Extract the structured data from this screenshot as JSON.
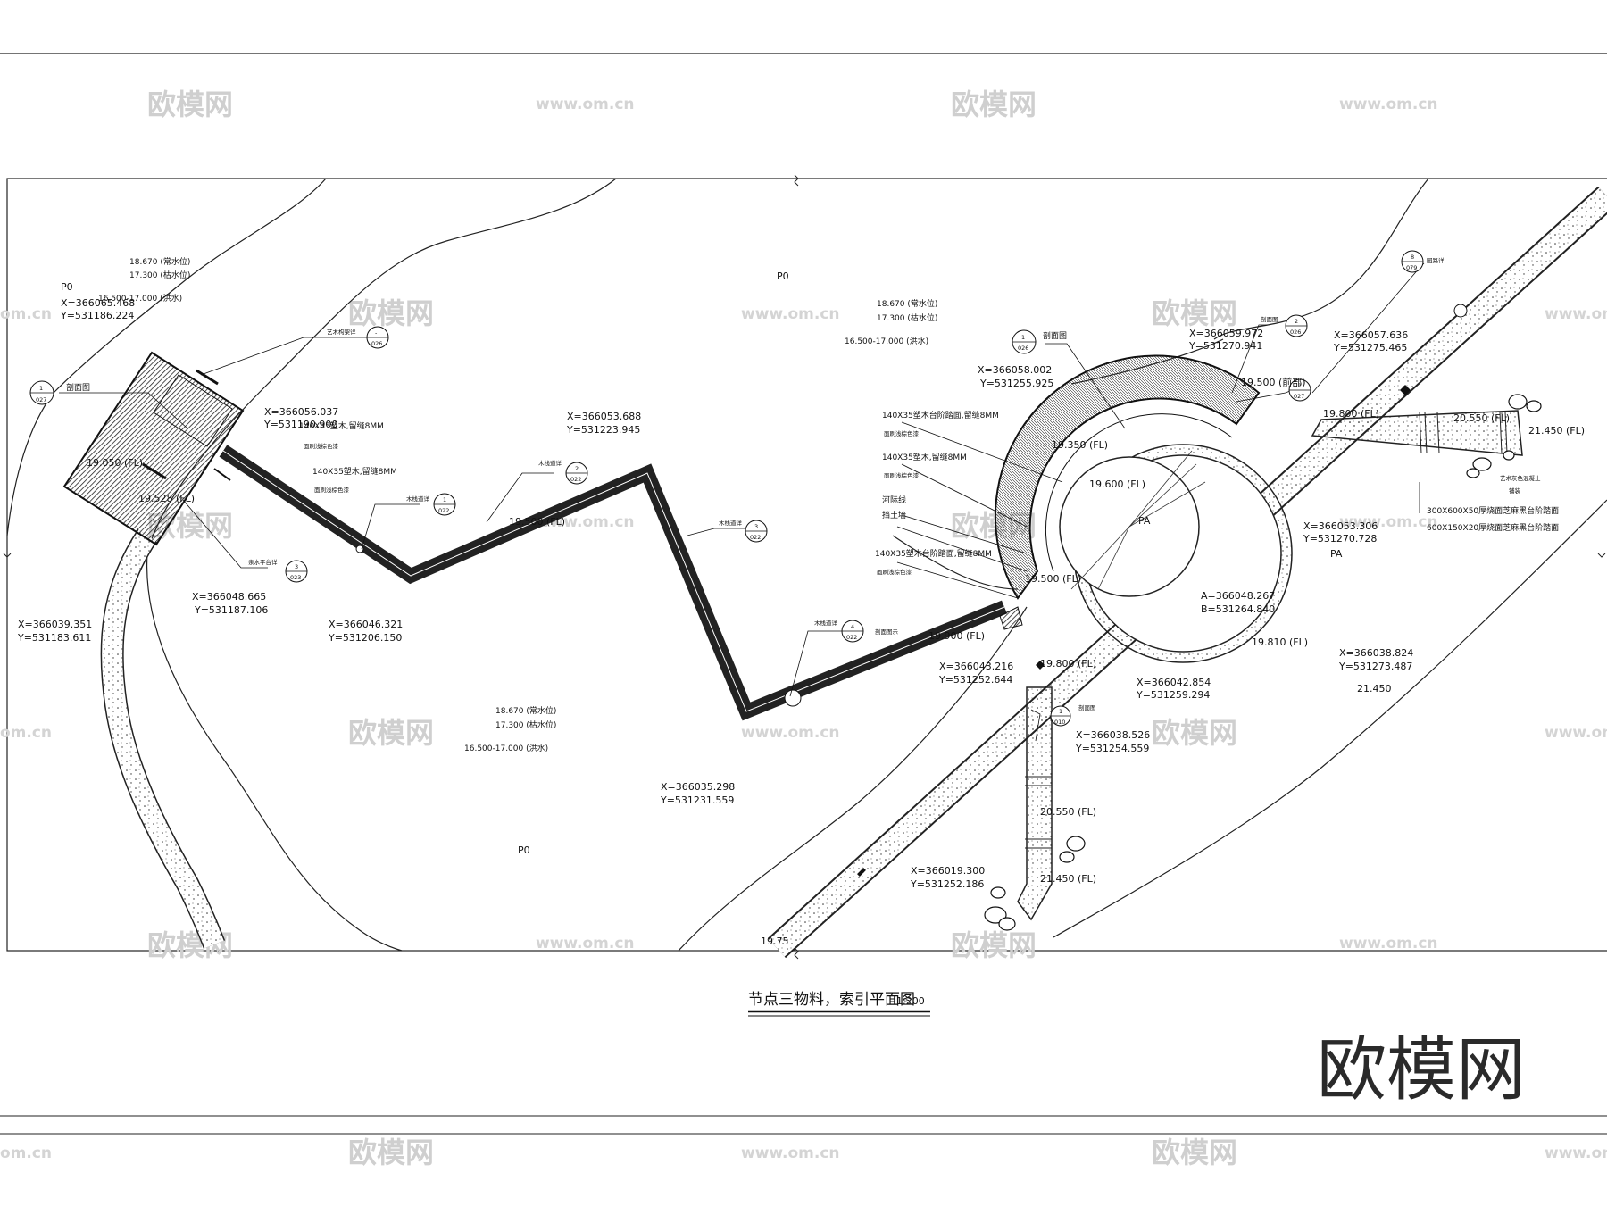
{
  "drawing": {
    "title": "节点三物料，索引平面图",
    "scale": "1:200",
    "logo": "欧模网"
  },
  "watermarks": {
    "cn": "欧模网",
    "url": "www.om.cn",
    "url_short": "om.cn"
  },
  "zones": [
    "P0",
    "P0",
    "P0",
    "PA",
    "PA"
  ],
  "water_levels": [
    {
      "high": "18.670 (常水位)",
      "low": "17.300 (枯水位)",
      "flood": "16.500-17.000 (洪水)"
    },
    {
      "high": "18.670 (常水位)",
      "low": "17.300 (枯水位)",
      "flood": "16.500-17.000 (洪水)"
    },
    {
      "high": "18.670 (常水位)",
      "low": "17.300 (枯水位)",
      "flood": "16.500-17.000 (洪水)"
    }
  ],
  "coordinates": [
    {
      "x": "X=366065.468",
      "y": "Y=531186.224"
    },
    {
      "x": "X=366056.037",
      "y": "Y=531190.900"
    },
    {
      "x": "X=366053.688",
      "y": "Y=531223.945"
    },
    {
      "x": "X=366048.665",
      "y": "Y=531187.106"
    },
    {
      "x": "X=366039.351",
      "y": "Y=531183.611"
    },
    {
      "x": "X=366046.321",
      "y": "Y=531206.150"
    },
    {
      "x": "X=366035.298",
      "y": "Y=531231.559"
    },
    {
      "x": "X=366058.002",
      "y": "Y=531255.925"
    },
    {
      "x": "X=366059.972",
      "y": "Y=531270.941"
    },
    {
      "x": "X=366057.636",
      "y": "Y=531275.465"
    },
    {
      "x": "X=366053.306",
      "y": "Y=531270.728"
    },
    {
      "x": "X=366043.216",
      "y": "Y=531252.644"
    },
    {
      "x": "X=366042.854",
      "y": "Y=531259.294"
    },
    {
      "x": "X=366038.526",
      "y": "Y=531254.559"
    },
    {
      "x": "X=366038.824",
      "y": "Y=531273.487"
    },
    {
      "x": "X=366019.300",
      "y": "Y=531252.186"
    }
  ],
  "circle_center": {
    "a": "A=366048.267",
    "b": "B=531264.840"
  },
  "elevations": [
    "19.050 (FL)",
    "19.528 (FL)",
    "19.500 (FL)",
    "19.350 (FL)",
    "19.600 (FL)",
    "19.500 (FL)",
    "19.900 (FL)",
    "19.500 (前部)",
    "19.800 (FL)",
    "20.550 (FL)",
    "21.450 (FL)",
    "19.810 (FL)",
    "19.800 (FL)",
    "20.550 (FL)",
    "21.450 (FL)",
    "21.450",
    "19.75"
  ],
  "materials": [
    "140X35塑木,留缝8MM",
    "面刷浅棕色漆",
    "140X35塑木,留缝8MM",
    "面刷浅棕色漆",
    "140X35塑木台阶踏面,留缝8MM",
    "面刷浅棕色漆",
    "140X35塑木,留缝8MM",
    "面刷浅棕色漆",
    "河际线",
    "挡土墙",
    "140X35塑木台阶踏面,留缝8MM",
    "面刷浅棕色漆",
    "300X600X50厚烧面芝麻黑台阶踏面",
    "600X150X20厚烧面芝麻黑台阶踏面",
    "艺术灰色混凝土",
    "铺装"
  ],
  "callouts": [
    {
      "label": "剖面图",
      "num": "1",
      "ref": "027"
    },
    {
      "label": "艺术构架详",
      "num": "-",
      "ref": "026"
    },
    {
      "label": "亲水平台详",
      "num": "3",
      "ref": "023"
    },
    {
      "label": "木栈道详",
      "num": "1",
      "ref": "022"
    },
    {
      "label": "木栈道详",
      "num": "2",
      "ref": "022"
    },
    {
      "label": "木栈道详",
      "num": "3",
      "ref": "022"
    },
    {
      "label": "木栈道详",
      "num": "4",
      "ref": "022"
    },
    {
      "label": "剖面图",
      "num": "1",
      "ref": "026"
    },
    {
      "label": "剖面图",
      "num": "2",
      "ref": "026"
    },
    {
      "label": "剖面图",
      "num": "2",
      "ref": "027"
    },
    {
      "label": "园路详",
      "num": "8",
      "ref": "079"
    },
    {
      "label": "剖面图",
      "num": "1",
      "ref": "010"
    },
    {
      "label": "剖面图示",
      "num": "",
      "ref": ""
    }
  ]
}
